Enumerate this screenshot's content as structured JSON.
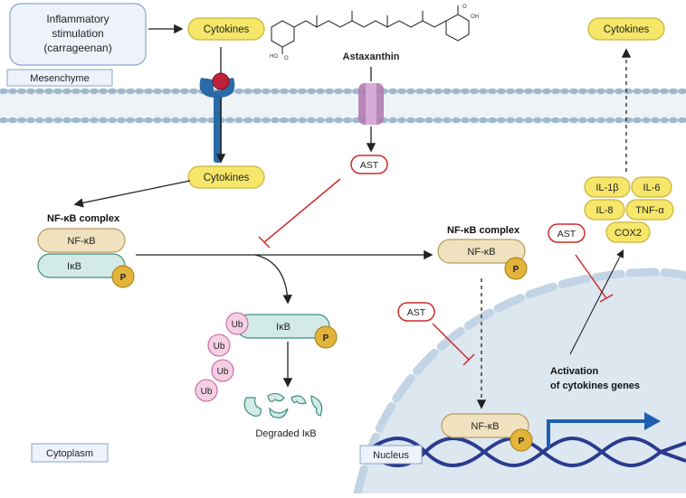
{
  "stimulus": {
    "line1": "Inflammatory",
    "line2": "stimulation",
    "line3": "(carrageenan)"
  },
  "labels": {
    "cytokines_top": "Cytokines",
    "cytokines_mid": "Cytokines",
    "cytokines_out": "Cytokines",
    "mesenchyme": "Mesenchyme",
    "cytoplasm": "Cytoplasm",
    "nucleus": "Nucleus",
    "astaxanthin": "Astaxanthin",
    "nfkb_complex_left": "NF-κB complex",
    "nfkb_complex_right": "NF-κB complex",
    "degraded": "Degraded IκB",
    "activation_line1": "Activation",
    "activation_line2": "of cytokines genes"
  },
  "molecules": {
    "nfkb": "NF-κB",
    "ikb": "IκB",
    "p": "P",
    "ub": "Ub",
    "ast": "AST",
    "ho": "HO",
    "o": "O",
    "oh": "OH"
  },
  "cytokine_genes": [
    "IL-1β",
    "IL-6",
    "IL-8",
    "TNF-α",
    "COX2"
  ],
  "colors": {
    "yellow_pill": "#f6e66a",
    "pill_stroke": "#c9b33a",
    "teal_box": "#d2ebe6",
    "teal_stroke": "#3d8d80",
    "tan_box": "#f1e2bf",
    "tan_stroke": "#b79a5e",
    "phospho": "#e3b43b",
    "ub": "#f5cfe4",
    "ub_stroke": "#c5639b",
    "ast_red": "#cc2b2b",
    "membrane": "#9fb8cc",
    "nucleus_fill": "#dde7f0",
    "dna": "#2a3b8f",
    "arrow_blue": "#1f5fb0",
    "receptor": "#2b6aa8",
    "channel": "#b07bb0"
  }
}
